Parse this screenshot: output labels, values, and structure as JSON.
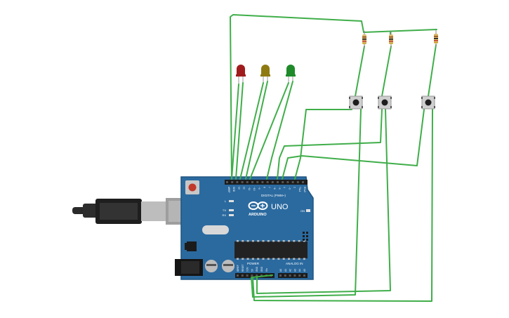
{
  "board": {
    "logo_text": "ARDUINO",
    "model_text": "UNO",
    "on_text": "ON",
    "digital_header_text": "DIGITAL (PWM~)",
    "power_header_text": "POWER",
    "analog_header_text": "ANALOG IN",
    "tx_text": "TX",
    "rx_text": "RX",
    "l_text": "L",
    "aref_text": "AREF",
    "gnd_text": "GND",
    "digital_pin_labels": [
      "13",
      "12",
      "~11",
      "~10",
      "~9",
      "8",
      "7",
      "~6",
      "~5",
      "4",
      "~3",
      "2",
      "TX▸1",
      "RX◂0"
    ],
    "power_pin_labels": [
      "IOREF",
      "RESET",
      "3.3V",
      "5V",
      "GND",
      "GND",
      "Vin"
    ],
    "analog_pin_labels": [
      "A0",
      "A1",
      "A2",
      "A3",
      "A4",
      "A5"
    ],
    "colors": {
      "board": "#2b6a9f",
      "board_edge": "#1f5582",
      "chip": "#222222",
      "header": "#1b1b1b",
      "wire": "#3fae49"
    }
  },
  "leds": [
    {
      "name": "red",
      "color": "#a01c1c"
    },
    {
      "name": "yellow",
      "color": "#8f7a12"
    },
    {
      "name": "green",
      "color": "#1f8a2a"
    }
  ],
  "buttons": [
    "button-1",
    "button-2",
    "button-3"
  ],
  "resistors": [
    "resistor-1",
    "resistor-2",
    "resistor-3"
  ],
  "usb_cable": {
    "color": "#2a2a2a"
  }
}
